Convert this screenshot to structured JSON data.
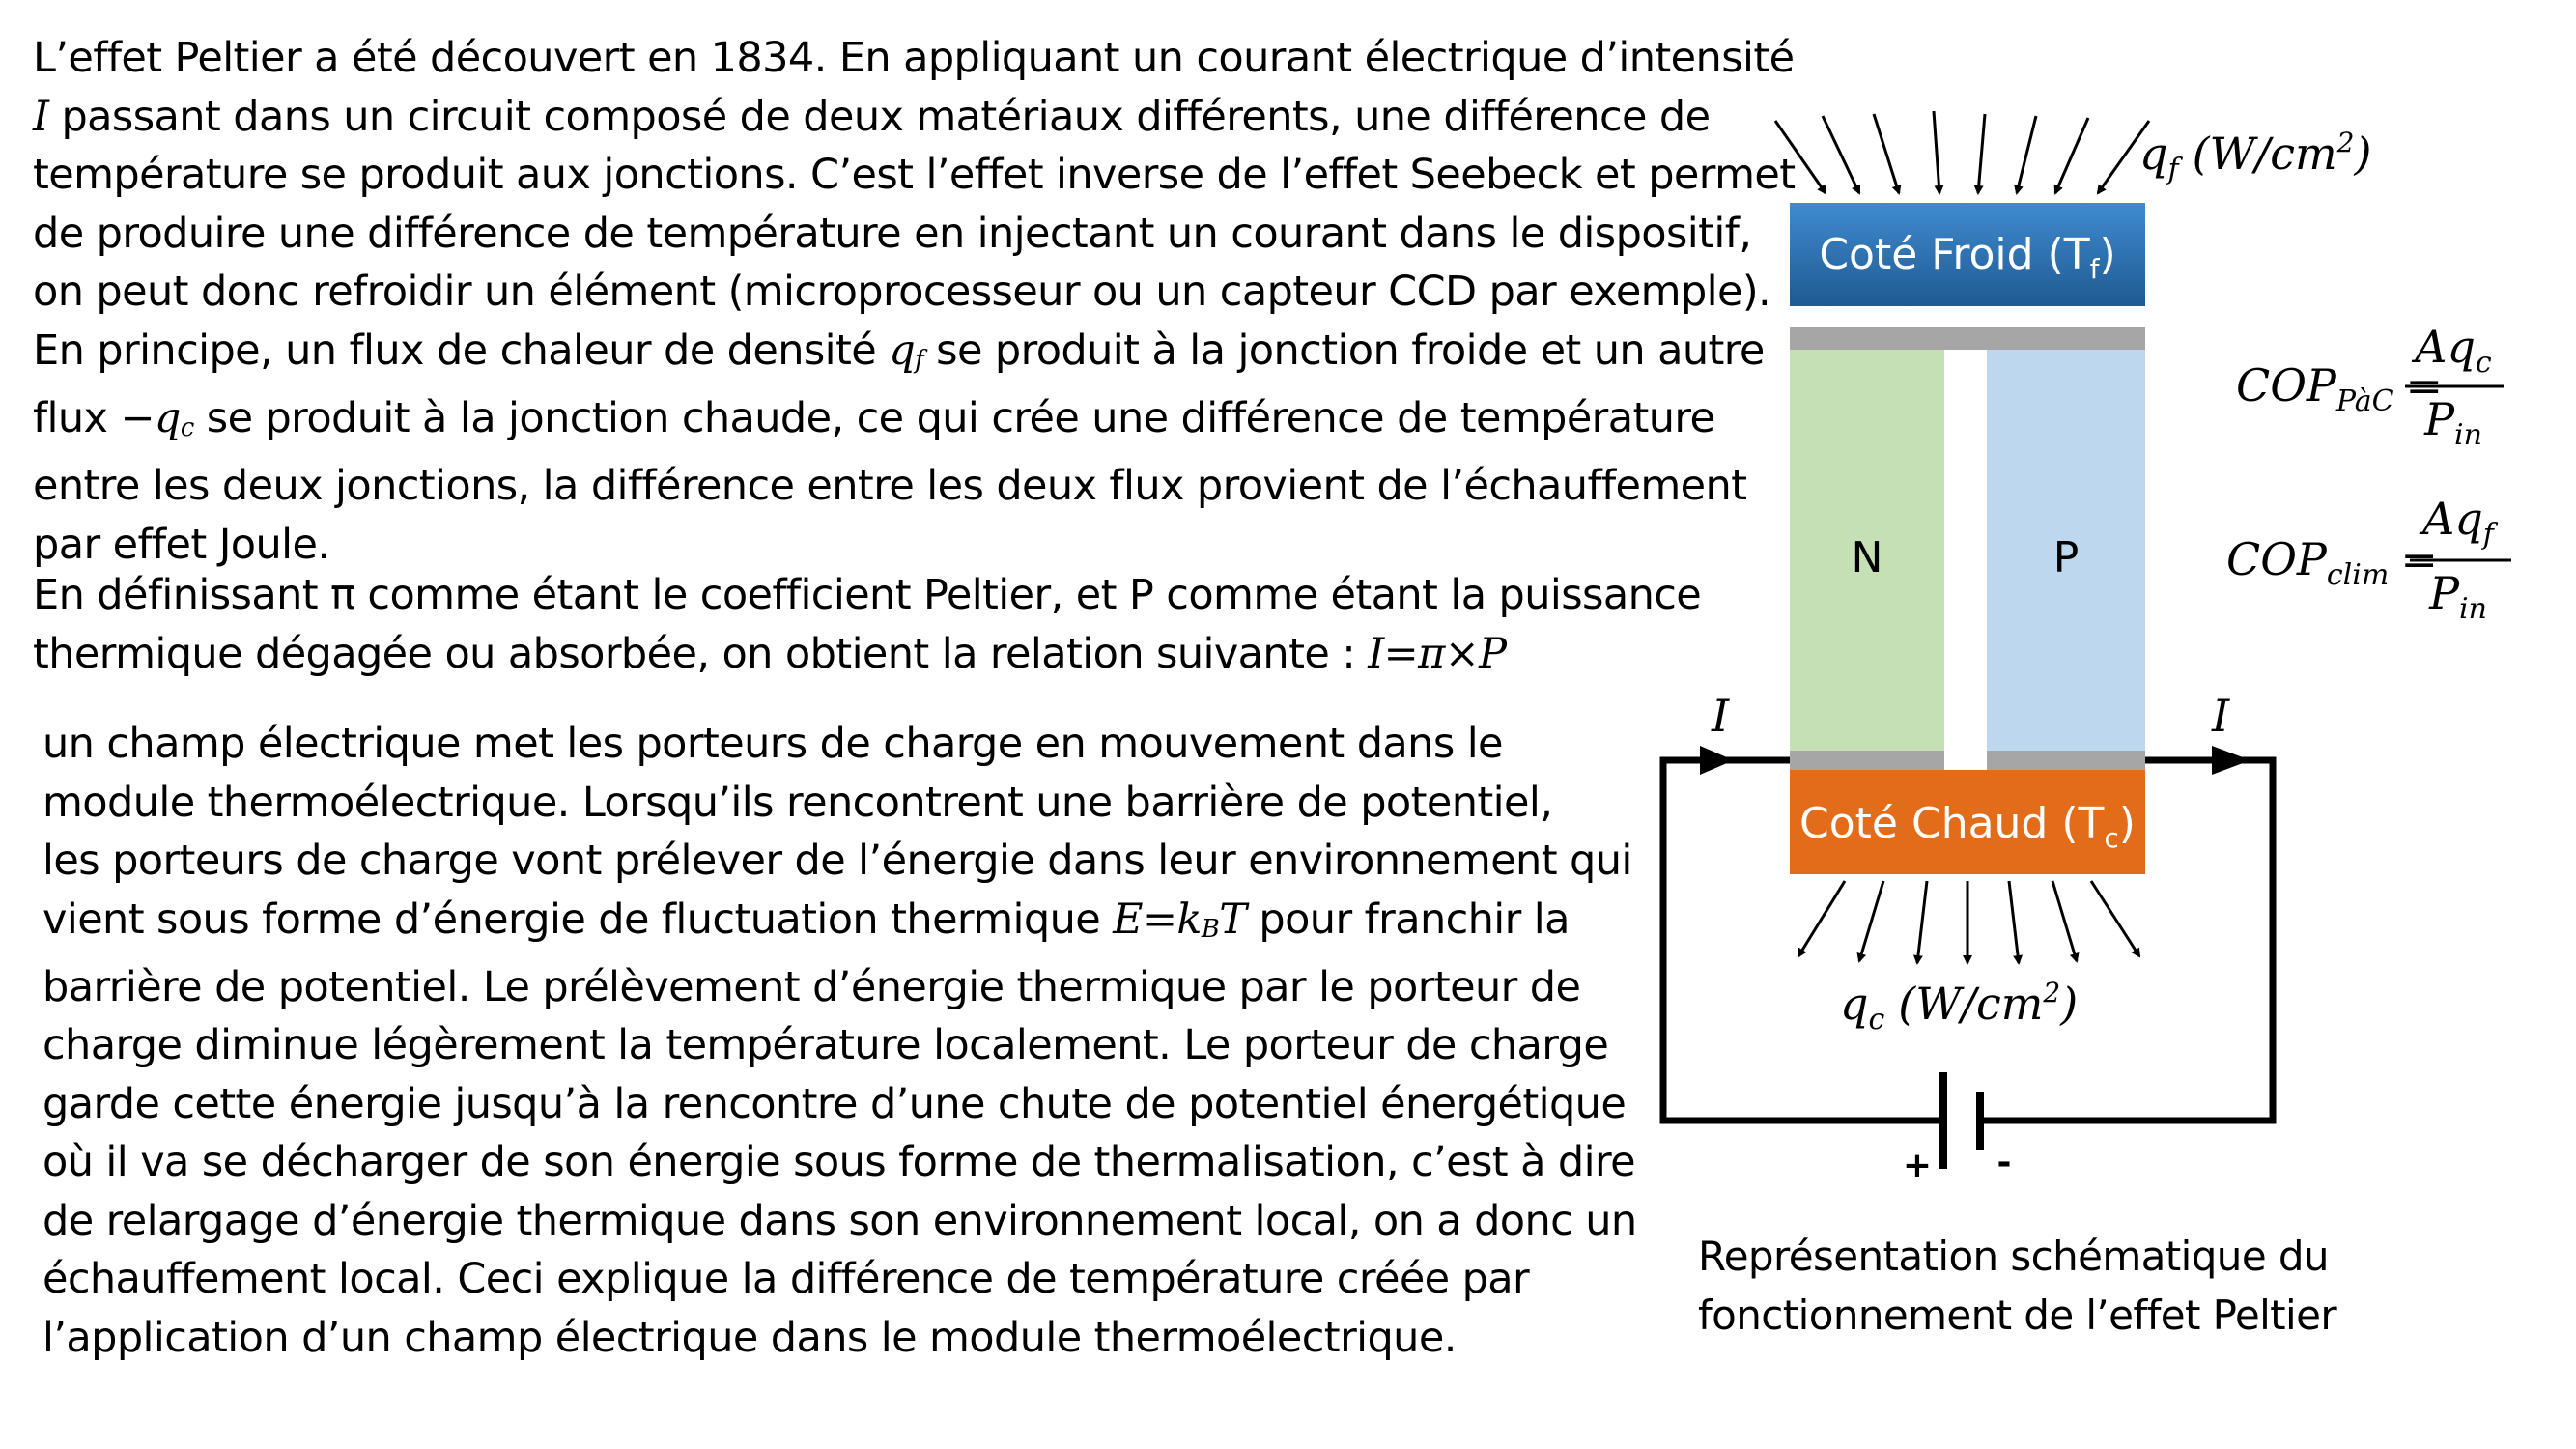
{
  "text": {
    "p1_lines": [
      "L’effet Peltier a été découvert en 1834. En appliquant un courant électrique d’intensité",
      "passant dans un circuit composé de deux matériaux différents, une différence de",
      "température se produit aux jonctions. C’est l’effet inverse de l’effet Seebeck et permet",
      "de produire une différence de température en injectant un courant dans le dispositif,",
      "on peut donc refroidir un élément (microprocesseur ou un capteur CCD par exemple).",
      "En principe, un flux de chaleur de densité",
      "se produit à la jonction froide et un autre",
      "flux",
      "se produit à la jonction chaude, ce qui crée une différence de température",
      "entre les deux jonctions, la différence entre les deux flux provient de l’échauffement",
      "par effet Joule."
    ],
    "p2_lines": [
      "En définissant π comme étant le coefficient Peltier, et P comme étant la puissance",
      "thermique dégagée ou absorbée, on obtient la relation suivante :"
    ],
    "p3_lines": [
      "un champ électrique met les porteurs de charge en mouvement dans le",
      "module thermoélectrique. Lorsqu’ils rencontrent une barrière de potentiel,",
      "les porteurs de charge vont prélever de l’énergie dans leur environnement qui",
      "vient sous forme d’énergie de fluctuation thermique",
      "pour franchir la",
      "barrière de potentiel. Le prélèvement d’énergie thermique par le porteur de",
      "charge diminue légèrement la température localement. Le porteur de charge",
      "garde cette énergie jusqu’à la rencontre d’une chute de potentiel énergétique",
      "où il va se décharger de son énergie sous forme de thermalisation, c’est à dire",
      "de relargage d’énergie thermique dans son environnement local, on a donc un",
      "échauffement local. Ceci explique la différence de température créée par",
      "l’application d’un champ électrique dans le module thermoélectrique."
    ],
    "caption_lines": [
      "Représentation schématique du",
      "fonctionnement de l’effet Peltier"
    ]
  },
  "math": {
    "I": "I",
    "qf": "q",
    "qf_sub": "f",
    "minus_qc": "−q",
    "qc_sub": "c",
    "relation": "I=π×P",
    "energy": "E=k",
    "energy_sub": "B",
    "energy_T": "T"
  },
  "diagram": {
    "cold_label": "Coté Froid (T",
    "cold_sub": "f",
    "hot_label": "Coté Chaud (T",
    "hot_sub": "c",
    "n_label": "N",
    "p_label": "P",
    "current_left": "I",
    "current_right": "I",
    "qf_flux": "q",
    "qf_flux_sub": "f",
    "qf_units": "(W/cm",
    "qc_flux": "q",
    "qc_flux_sub": "c",
    "qc_units": "(W/cm",
    "units_exp": "2",
    "units_close": ")",
    "plus": "+",
    "minus": "-",
    "cop_pac_label": "COP",
    "cop_pac_sub": "PàC",
    "cop_pac_num": "Aq",
    "cop_pac_num_sub": "c",
    "cop_clim_label": "COP",
    "cop_clim_sub": "clim",
    "cop_clim_num": "Aq",
    "cop_clim_num_sub": "f",
    "cop_den": "P",
    "cop_den_sub": "in",
    "equals": "=",
    "colors": {
      "cold_block": "#2e74b5",
      "hot_block": "#e36c1a",
      "n_leg": "#c5e0b4",
      "p_leg": "#bdd7ee",
      "contact": "#a6a6a6"
    }
  }
}
